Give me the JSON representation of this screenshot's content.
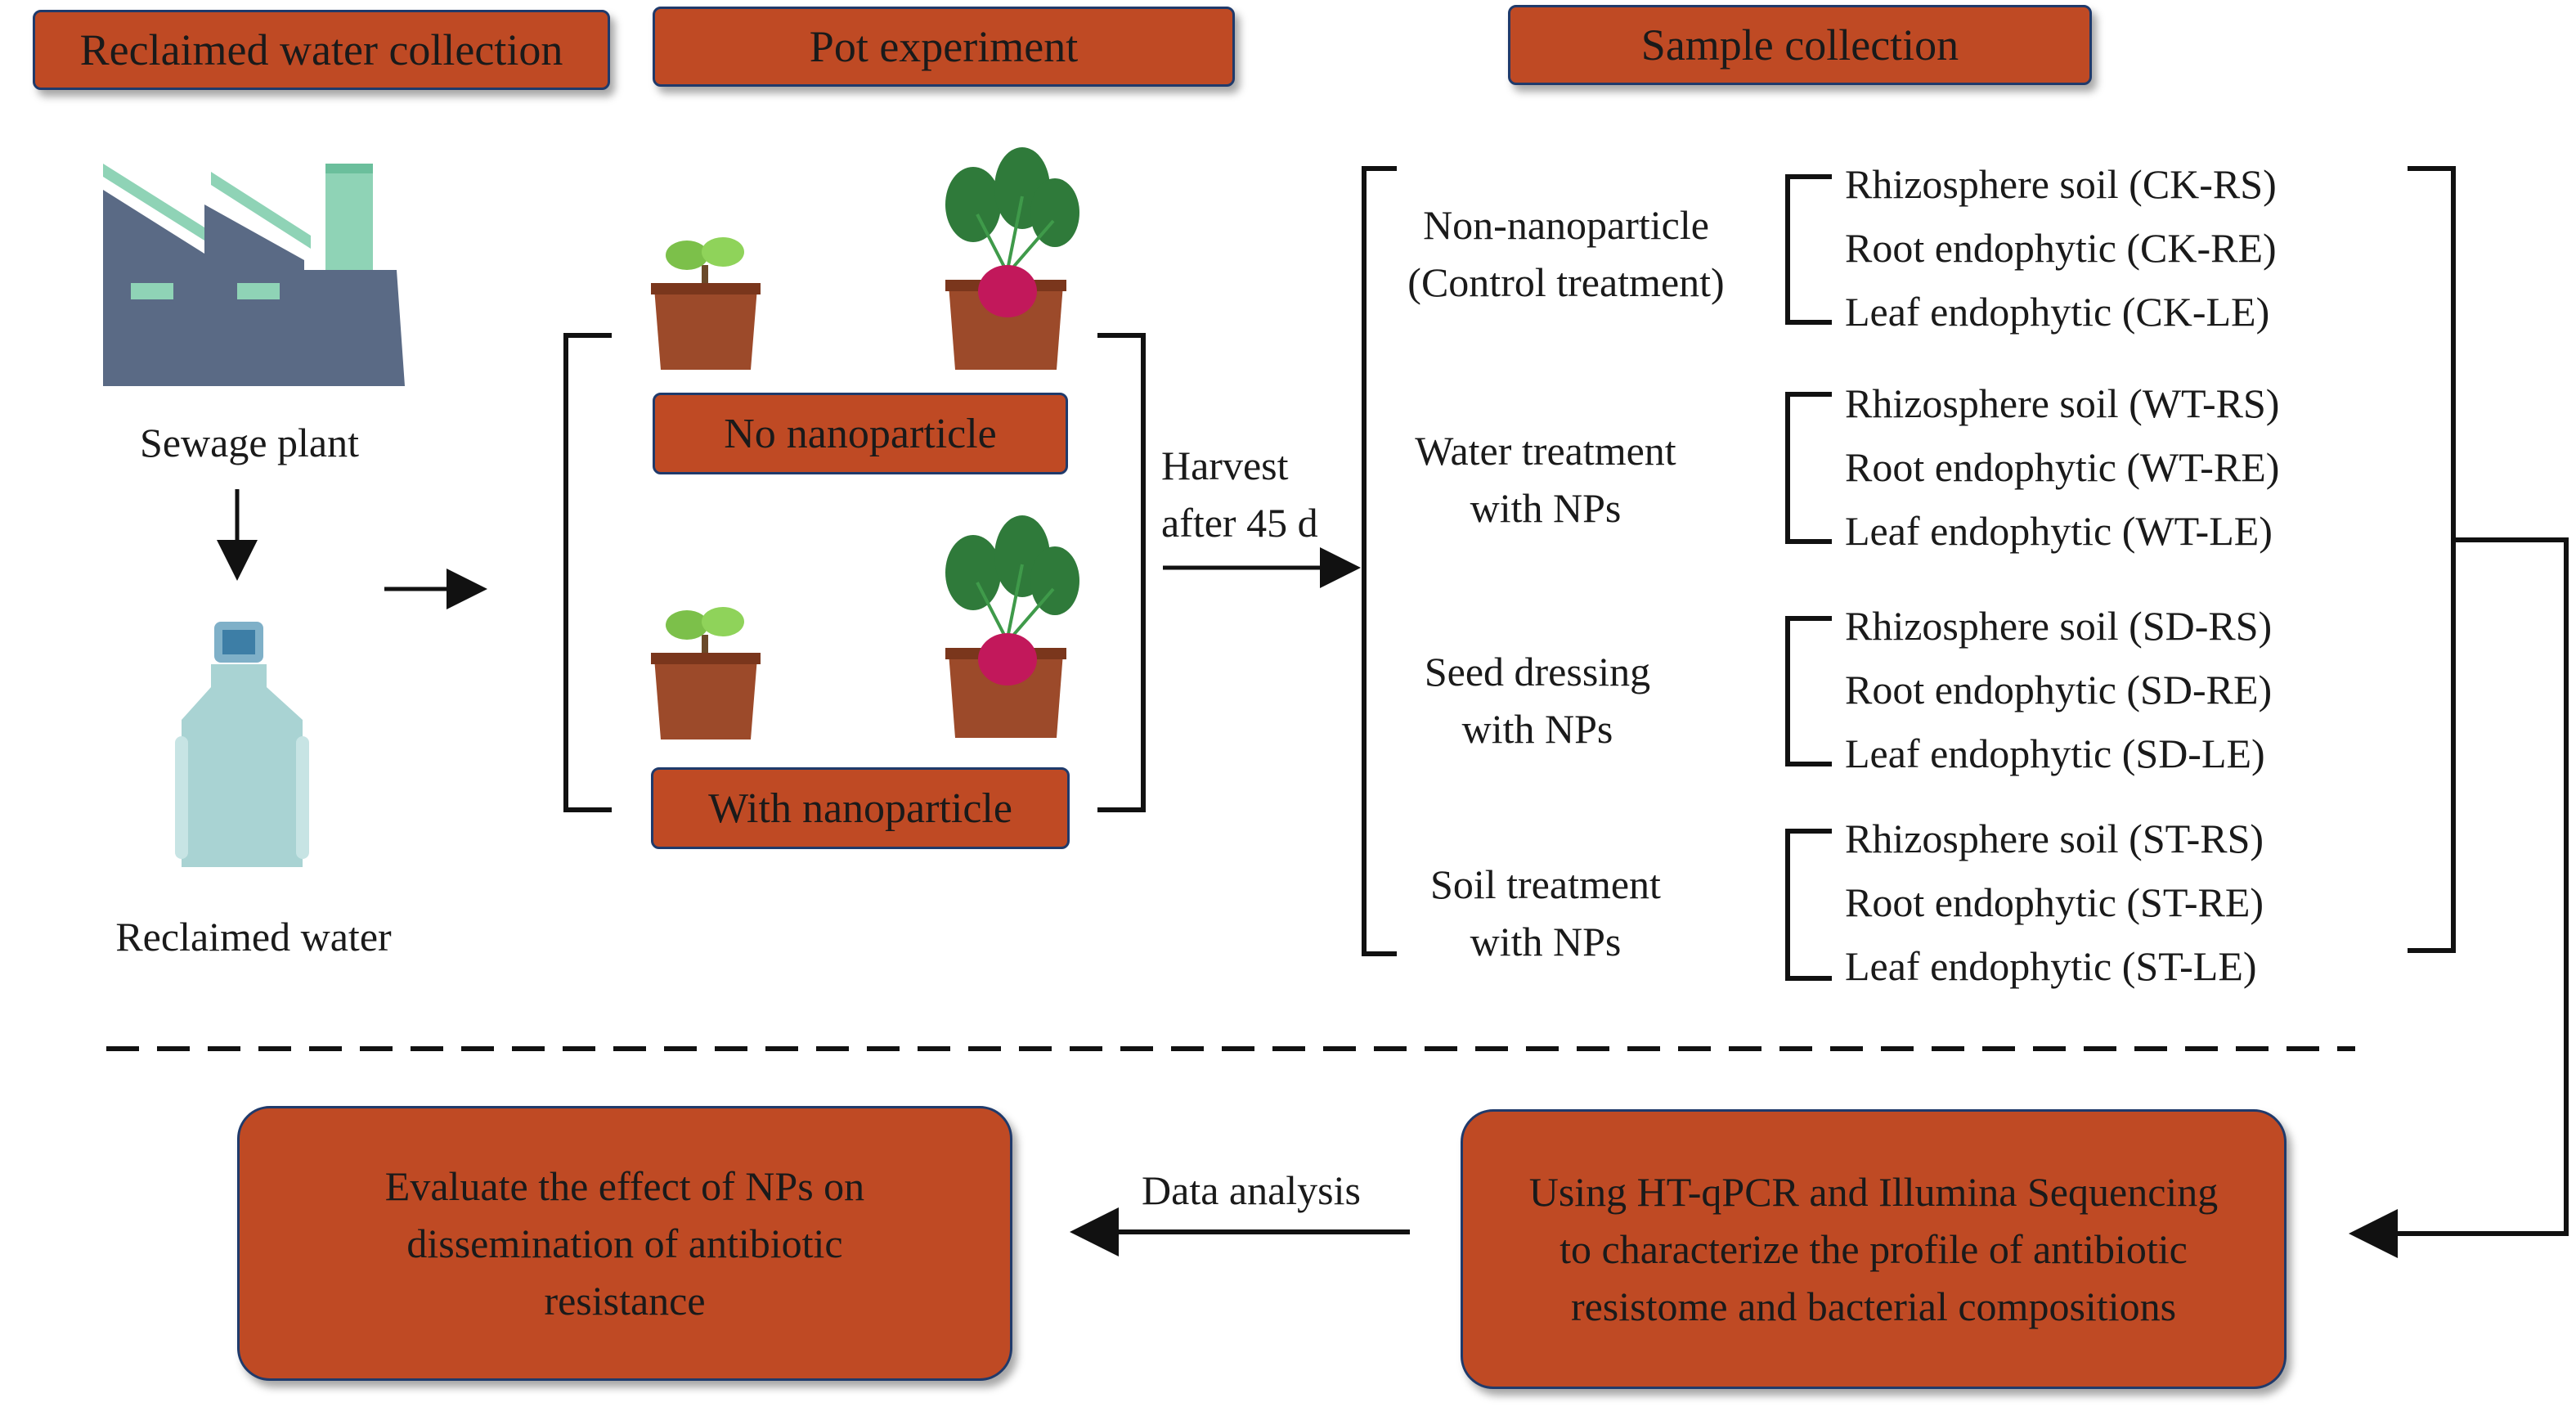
{
  "headers": {
    "reclaimed": "Reclaimed water collection",
    "pot": "Pot experiment",
    "sample": "Sample collection"
  },
  "labels": {
    "sewage": "Sewage plant",
    "reclaimed_water": "Reclaimed water",
    "no_np": "No nanoparticle",
    "with_np": "With nanoparticle",
    "harvest_line1": "Harvest",
    "harvest_line2": "after 45 d",
    "data_analysis": "Data analysis"
  },
  "treatments": [
    {
      "line1": "Non-nanoparticle",
      "line2": "(Control treatment)",
      "samples": [
        "Rhizosphere soil (CK-RS)",
        "Root endophytic (CK-RE)",
        "Leaf endophytic (CK-LE)"
      ]
    },
    {
      "line1": "Water treatment",
      "line2": "with NPs",
      "samples": [
        "Rhizosphere soil (WT-RS)",
        "Root endophytic (WT-RE)",
        "Leaf endophytic (WT-LE)"
      ]
    },
    {
      "line1": "Seed dressing",
      "line2": "with NPs",
      "samples": [
        "Rhizosphere soil (SD-RS)",
        "Root endophytic (SD-RE)",
        "Leaf endophytic (SD-LE)"
      ]
    },
    {
      "line1": "Soil treatment",
      "line2": "with NPs",
      "samples": [
        "Rhizosphere soil (ST-RS)",
        "Root endophytic (ST-RE)",
        "Leaf endophytic (ST-LE)"
      ]
    }
  ],
  "bottom": {
    "evaluate": "Evaluate the effect of NPs on dissemination of antibiotic resistance",
    "sequencing": "Using HT-qPCR and Illumina Sequencing to characterize the profile of antibiotic resistome and bacterial compositions"
  },
  "colors": {
    "box_fill": "#bf4a24",
    "box_border": "#1f3a6b",
    "factory": "#5a6a85",
    "factory_roof": "#8fd3b6",
    "bottle": "#a9d3d3",
    "pot": "#9c4a2a",
    "leaf": "#2f7a3a",
    "beet": "#c2185b"
  },
  "icons": [
    "factory-icon",
    "water-bottle-icon",
    "seedling-pot-icon",
    "beet-pot-icon"
  ]
}
